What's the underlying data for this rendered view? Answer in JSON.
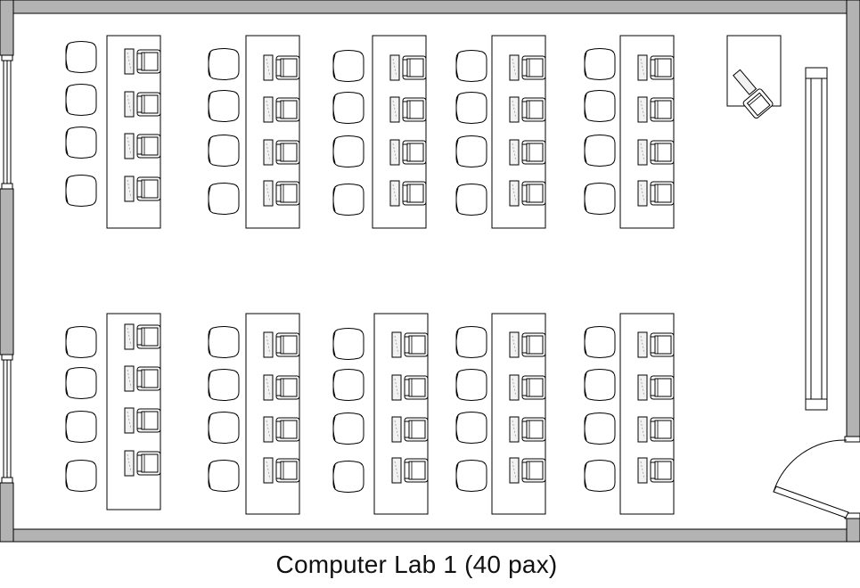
{
  "caption": "Computer Lab 1 (40 pax)",
  "colors": {
    "wall": "#b3b3b3",
    "outline": "#000000",
    "background": "#ffffff"
  },
  "icons": [
    "chair-icon",
    "computer-icon",
    "teacher-computer-icon",
    "door-swing-icon",
    "window-icon",
    "whiteboard-icon"
  ],
  "layout": {
    "table_columns": 5,
    "table_rows": 2,
    "seats_per_table": 4
  }
}
